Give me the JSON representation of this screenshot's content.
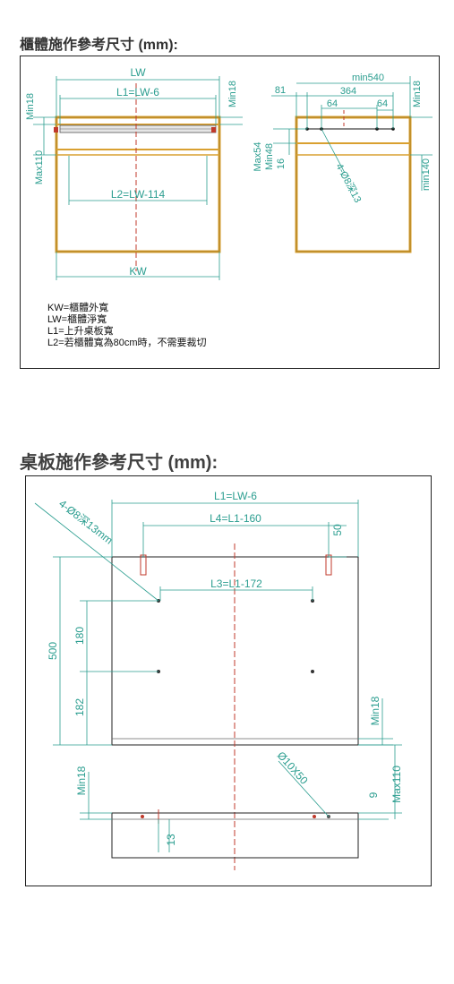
{
  "section1": {
    "title": "櫃體施作參考尺寸 (mm):",
    "front": {
      "lw": "LW",
      "l1": "L1=LW-6",
      "l2": "L2=LW-114",
      "kw": "KW",
      "min18_left": "Min18",
      "min18_right": "Min18",
      "max110": "Max110"
    },
    "side": {
      "min540": "min540",
      "d81": "81",
      "d364": "364",
      "d64a": "64",
      "d64b": "64",
      "min18": "Min18",
      "max54": "Max54",
      "min48": "Min48",
      "d16": "16",
      "hole": "4-Ø8深13",
      "min140": "min140"
    },
    "legend": [
      "KW=櫃體外寬",
      "LW=櫃體淨寬",
      "L1=上升桌板寬",
      "L2=若櫃體寬為80cm時，不需要裁切"
    ]
  },
  "section2": {
    "title": "桌板施作參考尺寸 (mm):",
    "l1": "L1=LW-6",
    "l4": "L4=L1-160",
    "d50": "50",
    "hole": "4-Ø8深13mm",
    "l3": "L3=L1-172",
    "d500": "500",
    "d180": "180",
    "d182": "182",
    "min18_right": "Min18",
    "min18_left": "Min18",
    "slot": "Ø10X50",
    "d9": "9",
    "max110": "Max110",
    "d13": "13"
  },
  "colors": {
    "dimension": "#2a9d8f",
    "cabinet": "#d9a030",
    "centerline": "#c0392b",
    "outline": "#222222"
  }
}
